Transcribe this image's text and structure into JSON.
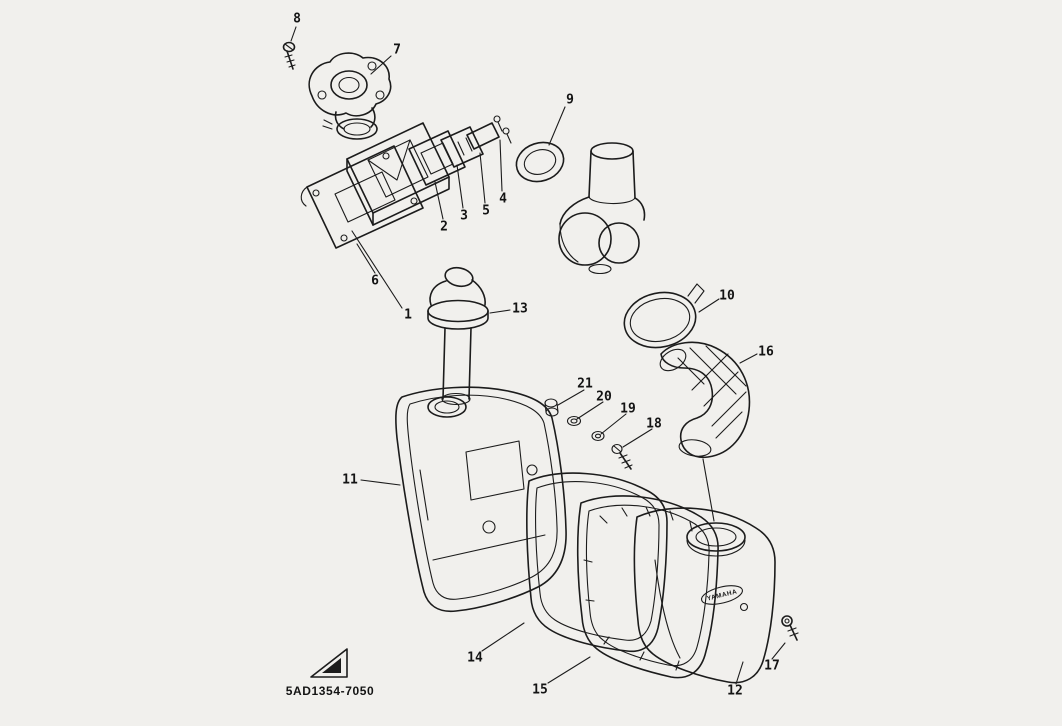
{
  "diagram": {
    "part_code": "5AD1354-7050",
    "cover_emblem": "YAMAHA",
    "colors": {
      "background": "#f1f0ed",
      "line": "#1c1c1c"
    },
    "callouts": [
      {
        "label": "1"
      },
      {
        "label": "2"
      },
      {
        "label": "3"
      },
      {
        "label": "4"
      },
      {
        "label": "5"
      },
      {
        "label": "6"
      },
      {
        "label": "7"
      },
      {
        "label": "8"
      },
      {
        "label": "9"
      },
      {
        "label": "10"
      },
      {
        "label": "11"
      },
      {
        "label": "12"
      },
      {
        "label": "13"
      },
      {
        "label": "14"
      },
      {
        "label": "15"
      },
      {
        "label": "16"
      },
      {
        "label": "17"
      },
      {
        "label": "18"
      },
      {
        "label": "19"
      },
      {
        "label": "20"
      },
      {
        "label": "21"
      }
    ]
  }
}
